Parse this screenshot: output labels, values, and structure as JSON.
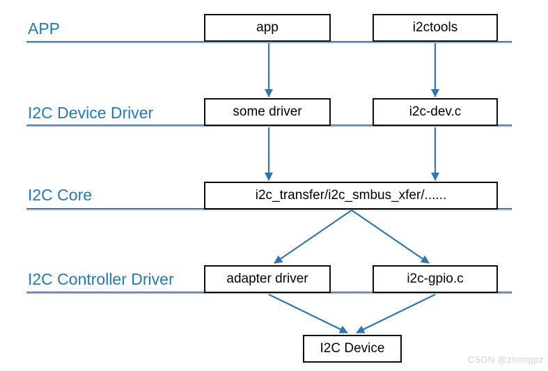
{
  "layers": [
    {
      "label": "APP"
    },
    {
      "label": "I2C Device Driver"
    },
    {
      "label": "I2C Core"
    },
    {
      "label": "I2C Controller Driver"
    }
  ],
  "boxes": [
    {
      "id": "app",
      "label": "app"
    },
    {
      "id": "i2ctools",
      "label": "i2ctools"
    },
    {
      "id": "some-driver",
      "label": "some driver"
    },
    {
      "id": "i2c-dev",
      "label": "i2c-dev.c"
    },
    {
      "id": "i2c-core",
      "label": "i2c_transfer/i2c_smbus_xfer/......"
    },
    {
      "id": "adapter-driver",
      "label": "adapter driver"
    },
    {
      "id": "i2c-gpio",
      "label": "i2c-gpio.c"
    },
    {
      "id": "i2c-device",
      "label": "I2C Device"
    }
  ],
  "watermark": "CSDN @zhongpz",
  "colors": {
    "layer_label_blue": "#2378b9",
    "layer_line_top": "#27567f",
    "layer_line_fill": "#7fb2dd",
    "arrow_blue": "#2e75b6",
    "box_border": "#0d0d0d",
    "box_text": "#000000",
    "watermark_gray": "#d4d4d4",
    "background": "#ffffff"
  }
}
